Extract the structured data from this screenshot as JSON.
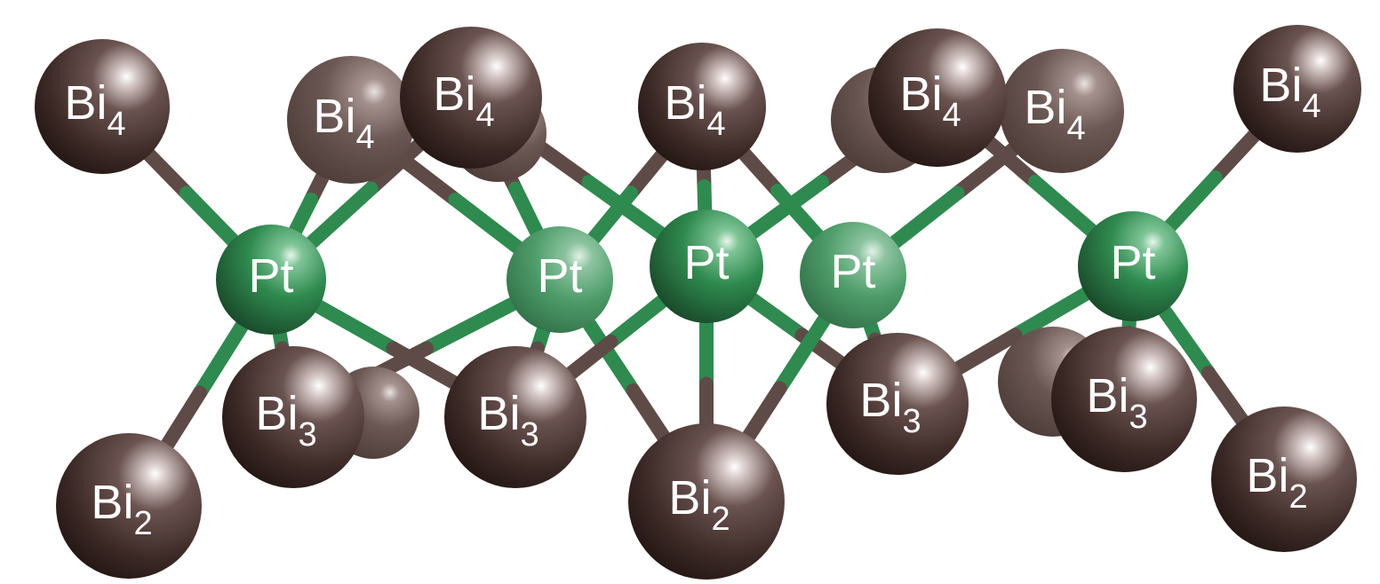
{
  "colors": {
    "bismuth": "#3a2825",
    "bismuth_back": "#5e4b47",
    "platinum": "#2f8a4f",
    "platinum_back": "#4e9c69",
    "label": "#ffffff"
  },
  "atoms": [
    {
      "id": "bi4-1",
      "element": "Bi",
      "sub": "4",
      "depth": "front"
    },
    {
      "id": "bi4-2",
      "element": "Bi",
      "sub": "4",
      "depth": "back"
    },
    {
      "id": "bi4-3",
      "element": "Bi",
      "sub": "4",
      "depth": "front"
    },
    {
      "id": "bi4-4",
      "element": "Bi",
      "sub": "4",
      "depth": "front"
    },
    {
      "id": "bi4-5",
      "element": "Bi",
      "sub": "4",
      "depth": "front"
    },
    {
      "id": "bi4-6",
      "element": "Bi",
      "sub": "4",
      "depth": "back"
    },
    {
      "id": "bi4-7",
      "element": "Bi",
      "sub": "4",
      "depth": "front"
    },
    {
      "id": "pt-1",
      "element": "Pt",
      "sub": "",
      "depth": "front"
    },
    {
      "id": "pt-2",
      "element": "Pt",
      "sub": "",
      "depth": "back"
    },
    {
      "id": "pt-3",
      "element": "Pt",
      "sub": "",
      "depth": "front"
    },
    {
      "id": "pt-4",
      "element": "Pt",
      "sub": "",
      "depth": "back"
    },
    {
      "id": "pt-5",
      "element": "Pt",
      "sub": "",
      "depth": "front"
    },
    {
      "id": "bi3-1",
      "element": "Bi",
      "sub": "3",
      "depth": "front"
    },
    {
      "id": "bi3-2",
      "element": "Bi",
      "sub": "3",
      "depth": "front"
    },
    {
      "id": "bi3-3",
      "element": "Bi",
      "sub": "3",
      "depth": "front"
    },
    {
      "id": "bi3-4",
      "element": "Bi",
      "sub": "3",
      "depth": "front"
    },
    {
      "id": "bi2-1",
      "element": "Bi",
      "sub": "2",
      "depth": "front"
    },
    {
      "id": "bi2-2",
      "element": "Bi",
      "sub": "2",
      "depth": "front"
    },
    {
      "id": "bi2-3",
      "element": "Bi",
      "sub": "2",
      "depth": "front"
    }
  ]
}
